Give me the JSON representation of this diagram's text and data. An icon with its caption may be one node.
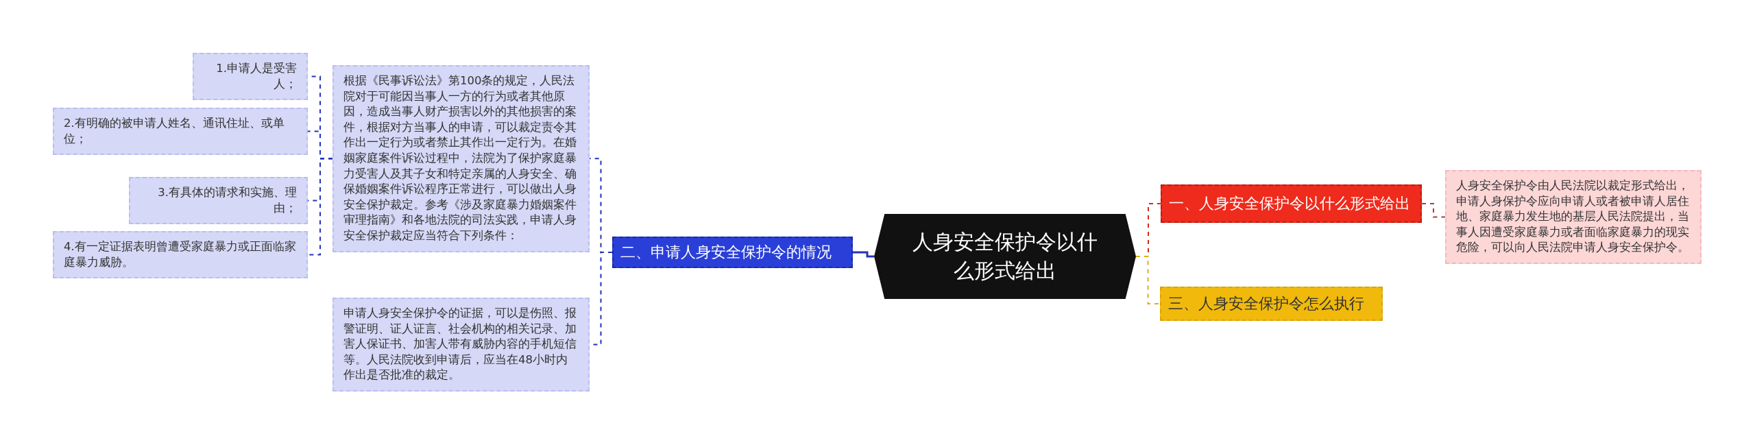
{
  "diagram": {
    "nodes": [
      {
        "text": [
          "人身安全保护令以什么形式给出"
        ]
      },
      {
        "text": [
          "二、申请人身安全保护令的情况"
        ]
      },
      {
        "text": [
          "根据《民事诉讼法》第100条的规定，人民法院对于可能因当事人一方的行为或者其他原因，造成当事人财产损害以外的其他损害的案件，根据对方当事人的申请，可以裁定责令其作出一定行为或者禁止其作出一定行为。在婚姻家庭案件诉讼过程中，法院为了保护家庭暴力受害人及其子女和特定亲属的人身安全、确保婚姻案件诉讼程序正常进行，可以做出人身安全保护裁定。参考《涉及家庭暴力婚姻案件审理指南》和各地法院的司法实践，申请人身安全保护裁定应当符合下列条件："
        ]
      },
      {
        "text": [
          "申请人身安全保护令的证据，可以是伤照、报警证明、证人证言、社会机构的相关记录、加害人保证书、加害人带有威胁内容的手机短信等。人民法院收到申请后，应当在48小时内作出是否批准的裁定。"
        ]
      },
      {
        "text": [
          "1.申请人是受害人；"
        ]
      },
      {
        "text": [
          "2.有明确的被申请人姓名、通讯住址、或单位；"
        ]
      },
      {
        "text": [
          "3.有具体的请求和实施、理由；"
        ]
      },
      {
        "text": [
          "4.有一定证据表明曾遭受家庭暴力或正面临家庭暴力威胁。"
        ]
      },
      {
        "text": [
          "一、人身安全保护令以什么形式给出"
        ]
      },
      {
        "text": [
          "人身安全保护令由人民法院以裁定形式给出，申请人身保护令应向申请人或者被申请人居住地、家庭暴力发生地的基层人民法院提出，当事人因遭受家庭暴力或者面临家庭暴力的现实危险，可以向人民法院申请人身安全保护令。"
        ]
      },
      {
        "text": [
          "三、人身安全保护令怎么执行"
        ]
      }
    ],
    "edges": [
      {
        "from": 0,
        "to": 1,
        "arrow": "none"
      },
      {
        "from": 1,
        "to": 2,
        "arrow": "none",
        "style": "dashed"
      },
      {
        "from": 1,
        "to": 3,
        "arrow": "none",
        "style": "dashed"
      },
      {
        "from": 2,
        "to": 4,
        "arrow": "none",
        "style": "dashed"
      },
      {
        "from": 2,
        "to": 5,
        "arrow": "none",
        "style": "dashed"
      },
      {
        "from": 2,
        "to": 6,
        "arrow": "none",
        "style": "dashed"
      },
      {
        "from": 2,
        "to": 7,
        "arrow": "none",
        "style": "dashed"
      },
      {
        "from": 0,
        "to": 8,
        "arrow": "none",
        "style": "dashed",
        "color": "#d42a1e"
      },
      {
        "from": 8,
        "to": 9,
        "arrow": "none",
        "style": "dashed",
        "color": "#b03a3a"
      },
      {
        "from": 0,
        "to": 10,
        "arrow": "none",
        "style": "dashed",
        "color": "#e2ad12"
      }
    ]
  }
}
